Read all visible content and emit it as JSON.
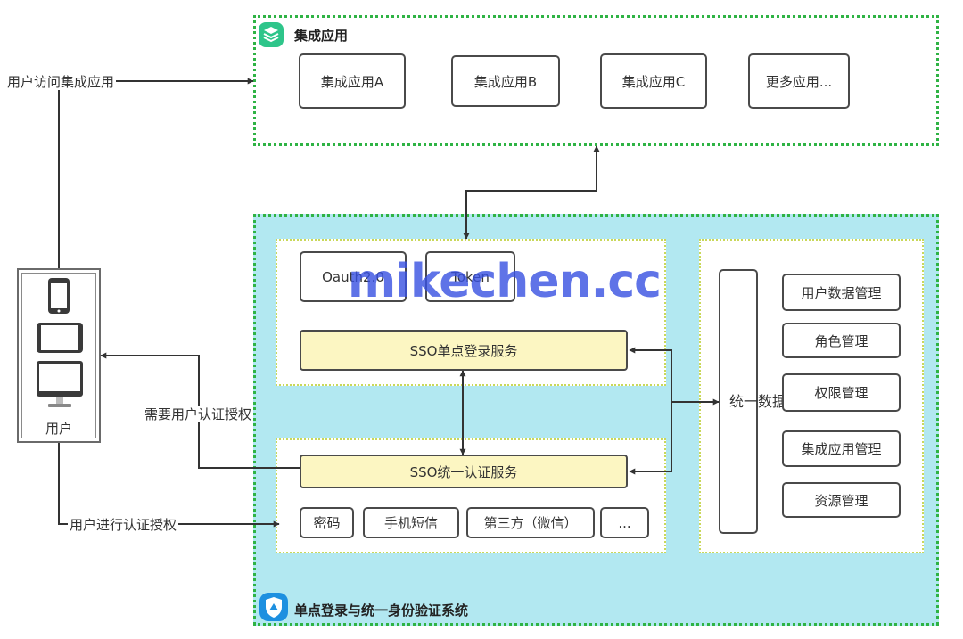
{
  "integrated_apps": {
    "title": "集成应用",
    "apps": [
      "集成应用A",
      "集成应用B",
      "集成应用C",
      "更多应用..."
    ]
  },
  "sso_system": {
    "title": "单点登录与统一身份验证系统",
    "protocols": [
      "Oauth2.0",
      "Token"
    ],
    "login_service": "SSO单点登录服务",
    "auth_service": "SSO统一认证服务",
    "auth_methods": [
      "密码",
      "手机短信",
      "第三方（微信）",
      "..."
    ],
    "data_management": {
      "label": "统一数据管理",
      "items": [
        "用户数据管理",
        "角色管理",
        "权限管理",
        "集成应用管理",
        "资源管理"
      ]
    }
  },
  "user": {
    "label": "用户"
  },
  "flows": {
    "access_apps": "用户访问集成应用",
    "need_auth": "需要用户认证授权",
    "do_auth": "用户进行认证授权"
  },
  "watermark": "mikechen.cc",
  "colors": {
    "group_border": "#2fb344",
    "main_fill": "#b2e8f1",
    "service_fill": "#fcf6c2",
    "watermark": "#3750e1"
  }
}
